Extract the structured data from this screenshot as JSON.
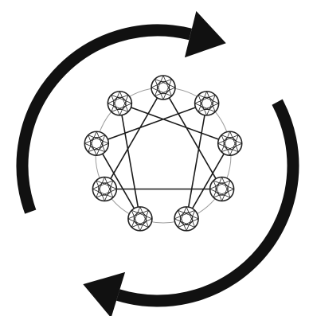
{
  "diagram": {
    "type": "enneagram",
    "node_count": 9,
    "node_symbol": "gem",
    "figures": [
      {
        "kind": "triangle",
        "nodes": [
          3,
          6,
          9
        ]
      },
      {
        "kind": "hexad",
        "nodes": [
          1,
          4,
          2,
          8,
          5,
          7,
          1
        ]
      }
    ],
    "cycle_arrows": [
      {
        "direction": "clockwise",
        "position": "top-right"
      },
      {
        "direction": "clockwise",
        "position": "bottom-left"
      }
    ]
  },
  "colors": {
    "arrow": "#111111",
    "lines": "#1a1a1a",
    "circle": "#9a9a9a",
    "gem_fill": "#ffffff",
    "gem_stroke": "#222222",
    "background": "#ffffff"
  }
}
